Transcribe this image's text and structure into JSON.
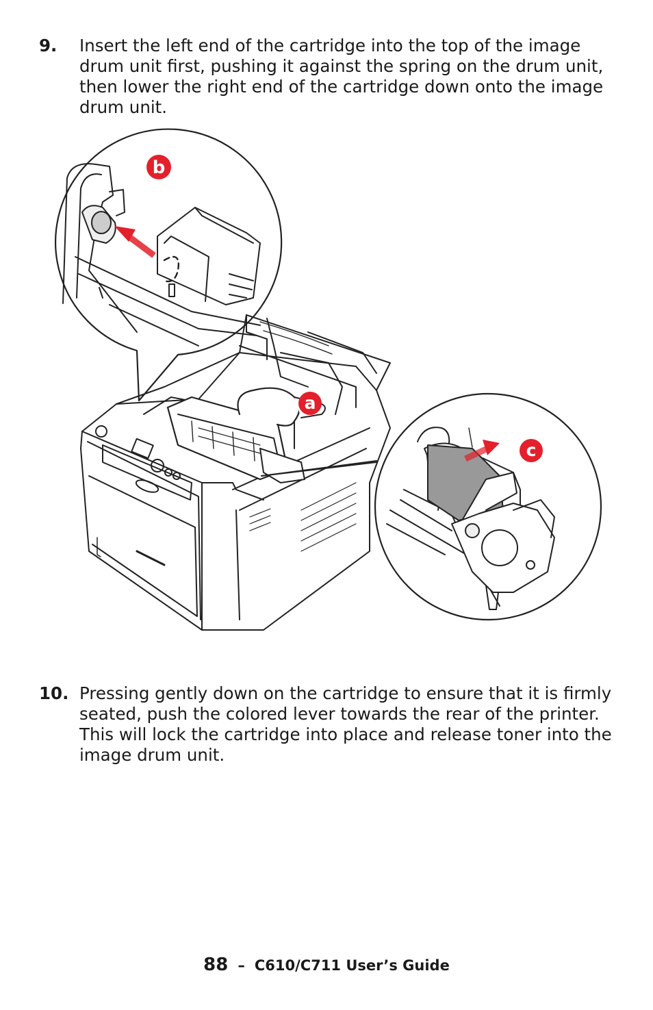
{
  "steps": [
    {
      "number": "9.",
      "text": "Insert the left end of the cartridge into the top of the image drum unit first, pushing it against the spring on the drum unit, then lower the right end of the cartridge down onto the image drum unit."
    },
    {
      "number": "10.",
      "text": "Pressing gently down on the cartridge to ensure that it is firmly seated, push the colored lever towards the rear of the printer. This will lock the cartridge into place and release toner into the image drum unit."
    }
  ],
  "figure": {
    "callouts": {
      "a": "a",
      "b": "b",
      "c": "c"
    },
    "accent_color": "#e3202b"
  },
  "footer": {
    "page_number": "88",
    "separator": "–",
    "guide_title": "C610/C711 User’s Guide"
  }
}
